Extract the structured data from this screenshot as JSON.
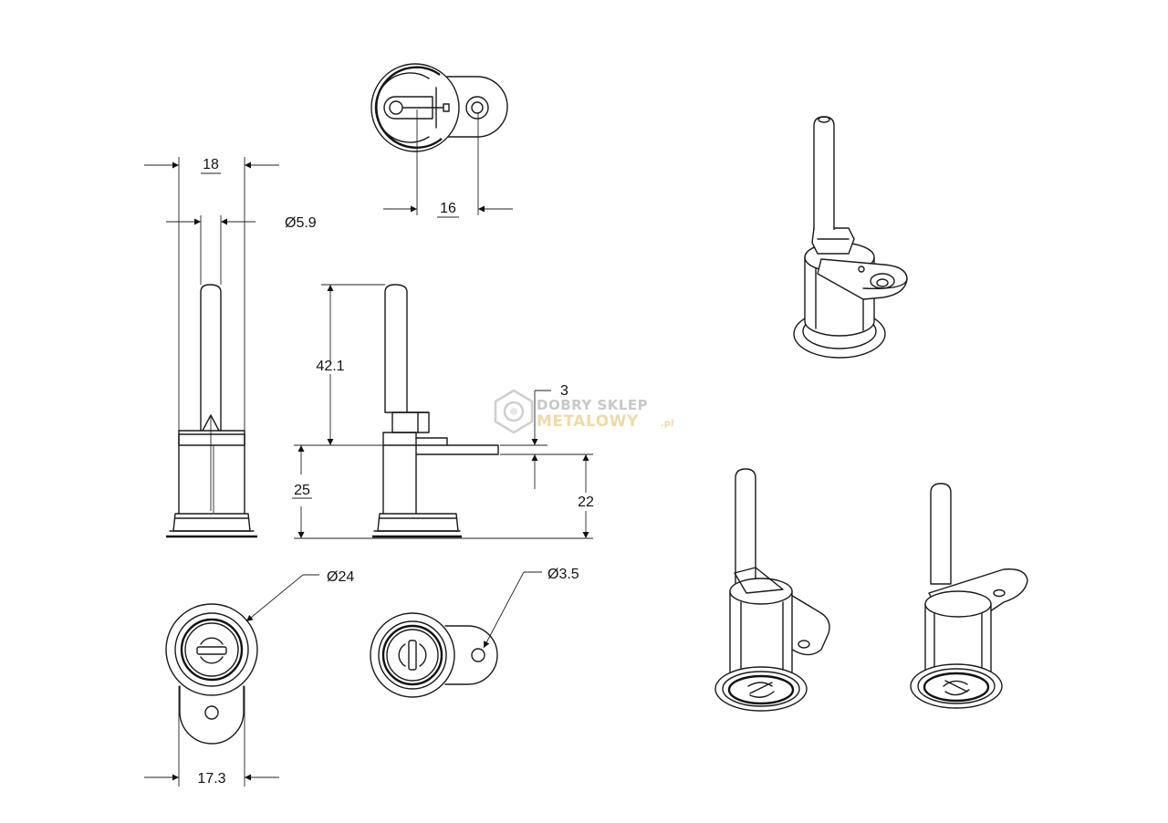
{
  "dimensions": {
    "body_width": "18",
    "pin_diameter": "Ø5.9",
    "cam_offset": "16",
    "pin_height": "42.1",
    "body_height": "25",
    "cam_thickness": "3",
    "cam_height": "22",
    "flange_diameter": "Ø24",
    "hole_diameter": "Ø3.5",
    "base_width": "17.3"
  },
  "watermark": {
    "line1": "DOBRY SKLEP",
    "line2": "METALOWY",
    "suffix": ".pl",
    "icon": "hexagon-nut-icon"
  },
  "colors": {
    "line": "#1a1a1a",
    "watermark_gray": "#c8c8c8",
    "watermark_gold": "#f0d9a8"
  }
}
